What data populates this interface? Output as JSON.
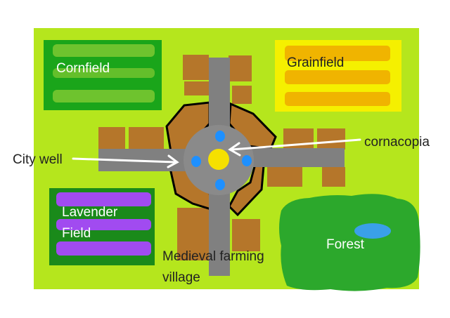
{
  "labels": {
    "cornfield": "Cornfield",
    "grainfield": "Grainfield",
    "city_well": "City well",
    "cornacopia": "cornacopia",
    "lavender_field_line1": "Lavender",
    "lavender_field_line2": "Field",
    "forest": "Forest",
    "village_line1": "Medieval farming",
    "village_line2": "village"
  },
  "colors": {
    "background": "#ffffff",
    "grass": "#b5e61d",
    "cornfield": "#1aa51a",
    "cornfield_rows": "#7ec832",
    "grainfield": "#f5f000",
    "grainfield_rows": "#f0b400",
    "lavender_border": "#1a8a1a",
    "lavender_rows": "#a14bf0",
    "forest": "#2ca82c",
    "pond": "#3aa0e8",
    "road": "#808080",
    "plaza": "#8a8a8a",
    "building": "#b5762a",
    "outline": "#000000",
    "well": "#1e90ff",
    "cornucopia": "#f5e000",
    "arrow": "#ffffff"
  }
}
